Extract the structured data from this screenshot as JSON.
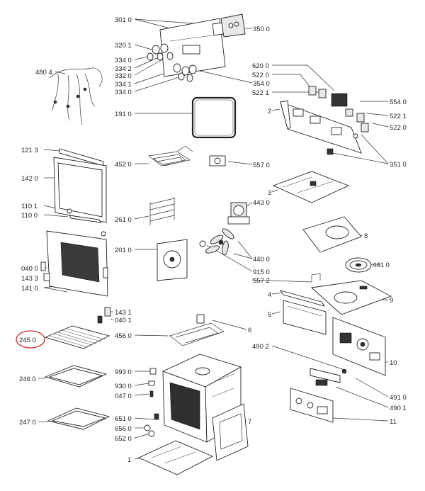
{
  "labels": {
    "l3010": "301 0",
    "l3500": "350 0",
    "l3201": "320 1",
    "l3340": "334 0",
    "l3342": "334 2",
    "l3320": "332 0",
    "l3341": "334 1",
    "l3340b": "334 0",
    "l3540": "354 0",
    "l4804": "480 4",
    "l6200": "620 0",
    "l5220": "522 0",
    "l5221": "522 1",
    "l5540": "554 0",
    "l5221b": "522 1",
    "l5220b": "522 0",
    "l2": "2",
    "l1910": "191 0",
    "l1213": "121 3",
    "l4520": "452 0",
    "l5570": "557 0",
    "l3510": "351 0",
    "l1420": "142 0",
    "l3": "3",
    "l4430": "443 0",
    "l1101": "110 1",
    "l1100": "110 0",
    "l2610": "261 0",
    "l8": "8",
    "l0400": "040 0",
    "l1433": "143 3",
    "l1410": "141 0",
    "l2010": "201 0",
    "l4400": "440 0",
    "l4410": "441 0",
    "l9150": "915 0",
    "l5572": "557 2",
    "l4": "4",
    "l9": "9",
    "l1431": "143 1",
    "l0401": "040 1",
    "l5": "5",
    "l4560": "456 0",
    "l6": "6",
    "l2450": "245 0",
    "l4902": "490 2",
    "l10": "10",
    "l2460": "246 0",
    "l9930": "993 0",
    "l9300": "930 0",
    "l0470": "047 0",
    "l4910": "491 0",
    "l4901": "490 1",
    "l2470": "247 0",
    "l6510": "651 0",
    "l6560": "656 0",
    "l6520": "652 0",
    "l7": "7",
    "l11": "11",
    "l1": "1"
  },
  "highlight_color": "#c62828"
}
